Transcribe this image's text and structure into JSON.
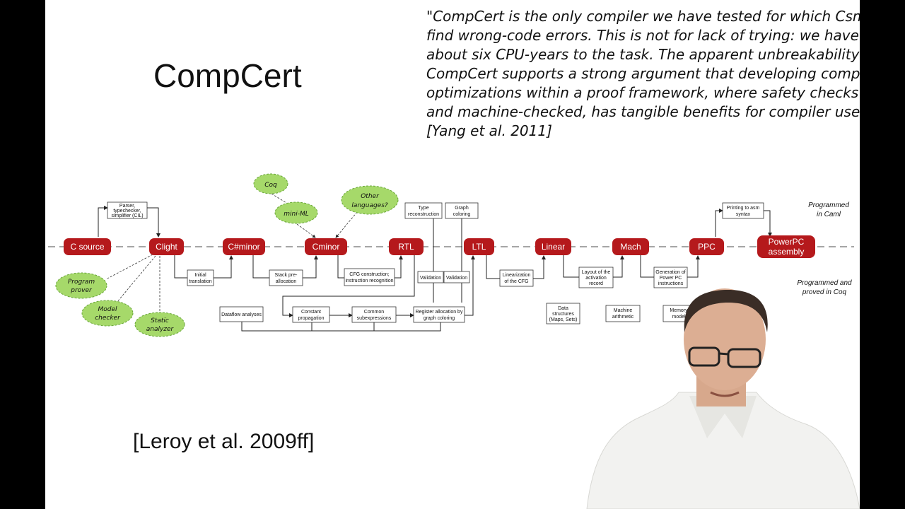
{
  "slide": {
    "title": "CompCert",
    "quote_lines": [
      "\"CompCert is the only compiler we have tested for which Csmith cannot",
      "find wrong-code errors. This is not for lack of trying: we have devoted",
      "about six CPU-years to the task. The apparent unbreakability of",
      "CompCert supports a strong argument that developing compiler",
      "optimizations within a proof framework, where safety checks are explicit",
      "and machine-checked, has tangible benefits for compiler users.\"",
      "[Yang et al. 2011]"
    ],
    "citation": "[Leroy et al. 2009ff]"
  },
  "diagram": {
    "stages": [
      "C source",
      "Clight",
      "C#minor",
      "Cminor",
      "RTL",
      "LTL",
      "Linear",
      "Mach",
      "PPC",
      "PowerPC",
      "assembly"
    ],
    "boxes": {
      "parser": [
        "Parser,",
        "typechecker,",
        "simplifier (CIL)"
      ],
      "initial": [
        "Initial",
        "translation"
      ],
      "stackpre": [
        "Stack pre-",
        "allocation"
      ],
      "cfg": [
        "CFG construction;",
        "instruction recognition"
      ],
      "typerecon": [
        "Type",
        "reconstruction"
      ],
      "graphcolor": [
        "Graph",
        "coloring"
      ],
      "validation1": [
        "Validation"
      ],
      "validation2": [
        "Validation"
      ],
      "linearization": [
        "Linearization",
        "of the CFG"
      ],
      "layout": [
        "Layout of the",
        "activation",
        "record"
      ],
      "genppc": [
        "Generation of",
        "Power PC",
        "instructions"
      ],
      "printing": [
        "Printing to asm",
        "syntax"
      ],
      "dataflow": [
        "Dataflow analyses"
      ],
      "constprop": [
        "Constant",
        "propagation"
      ],
      "cse": [
        "Common",
        "subexpressions"
      ],
      "regalloc": [
        "Register allocation by",
        "graph coloring"
      ],
      "datastructs": [
        "Data",
        "structures",
        "(Maps, Sets)"
      ],
      "machinearith": [
        "Machine",
        "arithmetic"
      ],
      "memorymodel": [
        "Memory",
        "model"
      ]
    },
    "tools": {
      "coq": [
        "Coq"
      ],
      "miniml": [
        "mini-ML"
      ],
      "otherlang": [
        "Other",
        "languages?"
      ],
      "prover": [
        "Program",
        "prover"
      ],
      "modelchecker": [
        "Model",
        "checker"
      ],
      "staticanalyzer": [
        "Static",
        "analyzer"
      ]
    },
    "notes": {
      "programmed": [
        "Programmed",
        "in Caml"
      ],
      "proved": [
        "Programmed and",
        "proved in Coq"
      ]
    },
    "colors": {
      "stage": "#b5191c",
      "tool": "#a6d96a"
    }
  }
}
